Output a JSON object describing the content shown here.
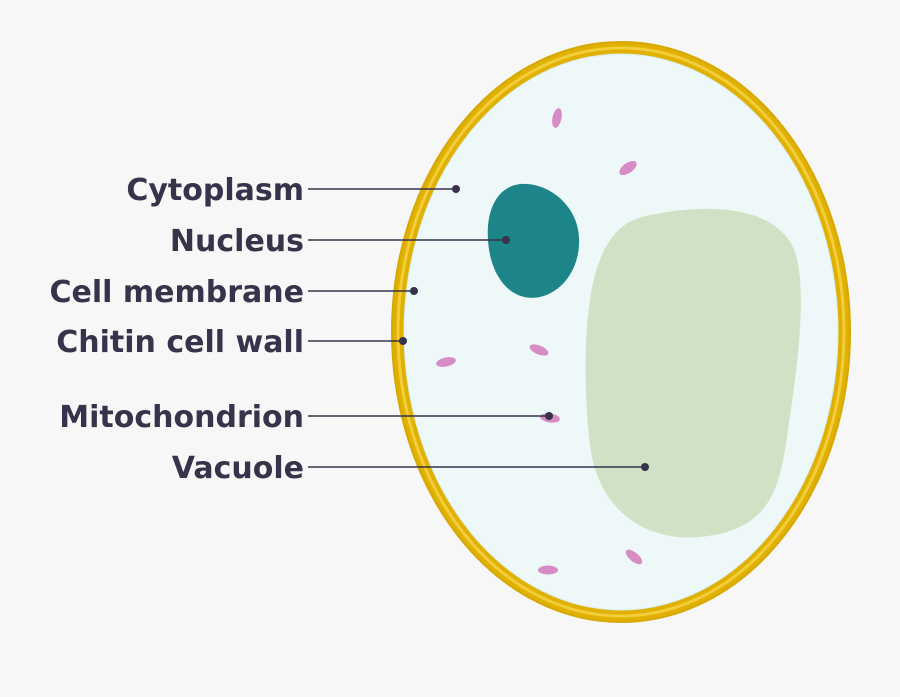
{
  "diagram": {
    "labels": {
      "cytoplasm": "Cytoplasm",
      "nucleus": "Nucleus",
      "cell_membrane": "Cell membrane",
      "cell_wall": "Chitin cell wall",
      "mitochondrion": "Mitochondrion",
      "vacuole": "Vacuole"
    },
    "colors": {
      "background": "#f7f7f7",
      "cell_wall": "#e0b100",
      "cell_wall_inner": "#f3cd3a",
      "cytoplasm": "#eef8f8",
      "nucleus": "#1d8489",
      "vacuole": "#cfe2c6",
      "mitochondrion": "#d88cc6",
      "text": "#36334a"
    }
  }
}
